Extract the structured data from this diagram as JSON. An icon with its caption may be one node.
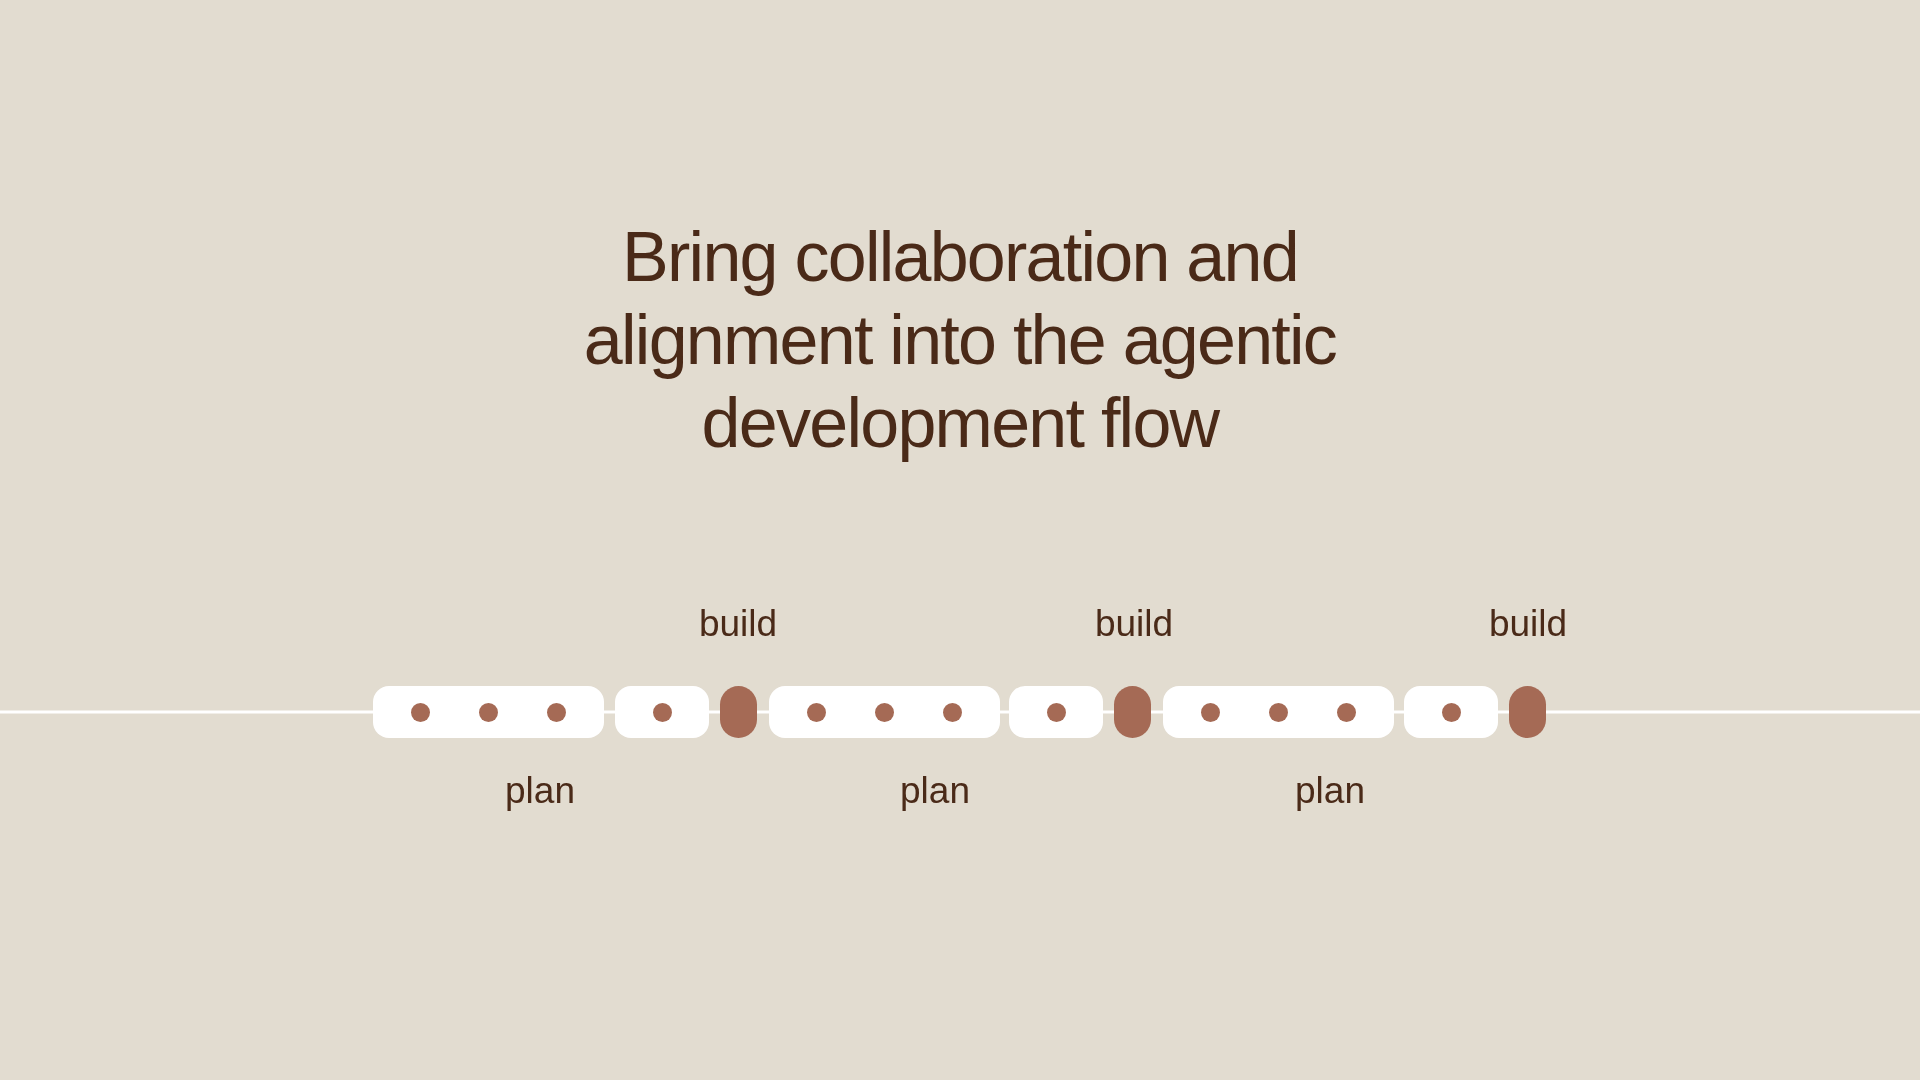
{
  "diagram": {
    "title": "Bring collaboration and alignment into the agentic development flow",
    "nodes": [
      {
        "text": [],
        "shape": "box"
      },
      {
        "text": [],
        "shape": "box"
      },
      {
        "text": [],
        "shape": "bar"
      },
      {
        "text": [],
        "shape": "box"
      },
      {
        "text": [],
        "shape": "box"
      },
      {
        "text": [],
        "shape": "bar"
      },
      {
        "text": [],
        "shape": "box"
      },
      {
        "text": [],
        "shape": "box"
      },
      {
        "text": [],
        "shape": "bar"
      }
    ],
    "edges": [
      {
        "from": null,
        "to": 0,
        "arrow": "none"
      },
      {
        "from": 0,
        "to": 1,
        "arrow": "none"
      },
      {
        "from": 1,
        "to": 2,
        "arrow": "none"
      },
      {
        "from": 2,
        "to": 3,
        "arrow": "none"
      },
      {
        "from": 3,
        "to": 4,
        "arrow": "none"
      },
      {
        "from": 4,
        "to": 5,
        "arrow": "none"
      },
      {
        "from": 5,
        "to": 6,
        "arrow": "none"
      },
      {
        "from": 6,
        "to": 7,
        "arrow": "none"
      },
      {
        "from": 7,
        "to": 8,
        "arrow": "none"
      },
      {
        "from": 8,
        "to": null,
        "arrow": "none"
      }
    ],
    "labels": [
      "build",
      "build",
      "build",
      "plan",
      "plan",
      "plan"
    ]
  }
}
